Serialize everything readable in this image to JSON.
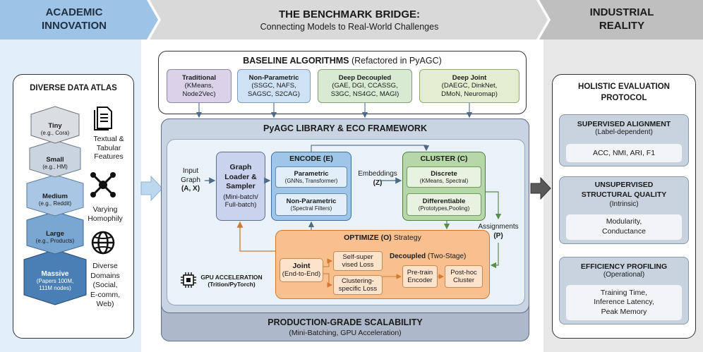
{
  "colors": {
    "academic_band": "#9dc3e6",
    "bridge_band": "#dcdcdc",
    "industrial_band": "#bdbdbd",
    "framework_blue": "#c9d7ea",
    "inner_light_blue": "#e9f3f9",
    "encode_blue": "#9fc5e8",
    "cluster_green": "#b6d7a8",
    "optimize_orange": "#f9c08f",
    "traditional_lavender": "#d9d2e9",
    "nonparam_blue": "#cfe2f3",
    "deep_green": "#d9ead3",
    "deep_joint_green": "#d9ead3"
  },
  "header": {
    "left": {
      "line1": "ACADEMIC",
      "line2": "INNOVATION"
    },
    "center": {
      "title": "THE BENCHMARK BRIDGE:",
      "subtitle": "Connecting Models to Real-World Challenges"
    },
    "right": {
      "line1": "INDUSTRIAL",
      "line2": "REALITY"
    }
  },
  "atlas": {
    "title": "DIVERSE DATA ATLAS",
    "tiers": [
      {
        "name": "Tiny",
        "example": "(e.g., Cora)"
      },
      {
        "name": "Small",
        "example": "(e.g., HM)"
      },
      {
        "name": "Medium",
        "example": "(e.g., Reddit)"
      },
      {
        "name": "Large",
        "example": "(e.g., Products)"
      },
      {
        "name": "Massive",
        "example": "(Papers 100M,",
        "example2": "111M nodes)"
      }
    ],
    "features": [
      {
        "icon": "document-icon",
        "lines": [
          "Textual &",
          "Tabular",
          "Features"
        ]
      },
      {
        "icon": "network-icon",
        "lines": [
          "Varying",
          "Homophily"
        ]
      },
      {
        "icon": "globe-icon",
        "lines": [
          "Diverse",
          "Domains",
          "(Social,",
          "E-comm,",
          "Web)"
        ]
      }
    ]
  },
  "baseline": {
    "title_bold": "BASELINE ALGORITHMS",
    "title_rest": " (Refactored in PyAGC)",
    "groups": [
      {
        "name": "Traditional",
        "items": [
          "(KMeans,",
          "Node2Vec)"
        ]
      },
      {
        "name": "Non-Parametric",
        "items": [
          "(SSGC, NAFS,",
          "SAGSC, S2CAG)"
        ]
      },
      {
        "name": "Deep Decoupled",
        "items": [
          "(GAE, DGI, CCASSG,",
          "S3GC, NS4GC, MAGI)"
        ]
      },
      {
        "name": "Deep Joint",
        "items": [
          "(DAEGC, DinkNet,",
          "DMoN, Neuromap)"
        ]
      }
    ]
  },
  "framework": {
    "title": "PyAGC LIBRARY & ECO FRAMEWORK",
    "input": {
      "line1": "Input",
      "line2": "Graph",
      "line3": "(A, X)"
    },
    "loader": {
      "title": [
        "Graph",
        "Loader &",
        "Sampler"
      ],
      "sub": [
        "(Mini-batch/",
        "Full-batch)"
      ]
    },
    "encode": {
      "title": "ENCODE (E)",
      "parametric": {
        "name": "Parametric",
        "sub": "(GNNs, Transformer)"
      },
      "nonparametric": {
        "name": "Non-Parametric",
        "sub": "(Spectral Filters)"
      }
    },
    "embeddings": {
      "label": "Embeddings",
      "symbol": "(Z)"
    },
    "cluster": {
      "title": "CLUSTER (C)",
      "discrete": {
        "name": "Discrete",
        "sub": "(KMeans, Spectral)"
      },
      "differentiable": {
        "name": "Differentiable",
        "sub": "(Prototypes,Pooling)"
      }
    },
    "assignments": {
      "label": "Assignments",
      "symbol": "(P)"
    },
    "optimize": {
      "title_bold": "OPTIMIZE (O)",
      "title_rest": " Strategy",
      "joint": {
        "name": "Joint",
        "sub": "(End-to-End)"
      },
      "losses": [
        [
          "Self-super",
          "vised Loss"
        ],
        [
          "Clustering-",
          "specific Loss"
        ]
      ],
      "decoupled": {
        "name": "Decoupled",
        "sub": " (Two-Stage)"
      },
      "pretrain": [
        "Pre-train",
        "Encoder"
      ],
      "posthoc": [
        "Post-hoc",
        "Cluster"
      ]
    },
    "gpu": {
      "title": "GPU ACCELERATION",
      "sub": "(Trition/PyTorch)"
    }
  },
  "scalability": {
    "title": "PRODUCTION-GRADE SCALABILITY",
    "sub": "(Mini-Batching, GPU Acceleration)"
  },
  "evaluation": {
    "title": [
      "HOLISTIC EVALUATION",
      "PROTOCOL"
    ],
    "sections": [
      {
        "title": [
          "SUPERVISED ALIGNMENT"
        ],
        "sub": "(Label-dependent)",
        "items": [
          "ACC, NMI, ARI, F1"
        ]
      },
      {
        "title": [
          "UNSUPERVISED",
          "STRUCTURAL QUALITY"
        ],
        "sub": "(Intrinsic)",
        "items": [
          "Modularity,",
          "Conductance"
        ]
      },
      {
        "title": [
          "EFFICIENCY PROFILING"
        ],
        "sub": "(Operational)",
        "items": [
          "Training Time,",
          "Inference Latency,",
          "Peak Memory"
        ]
      }
    ]
  }
}
